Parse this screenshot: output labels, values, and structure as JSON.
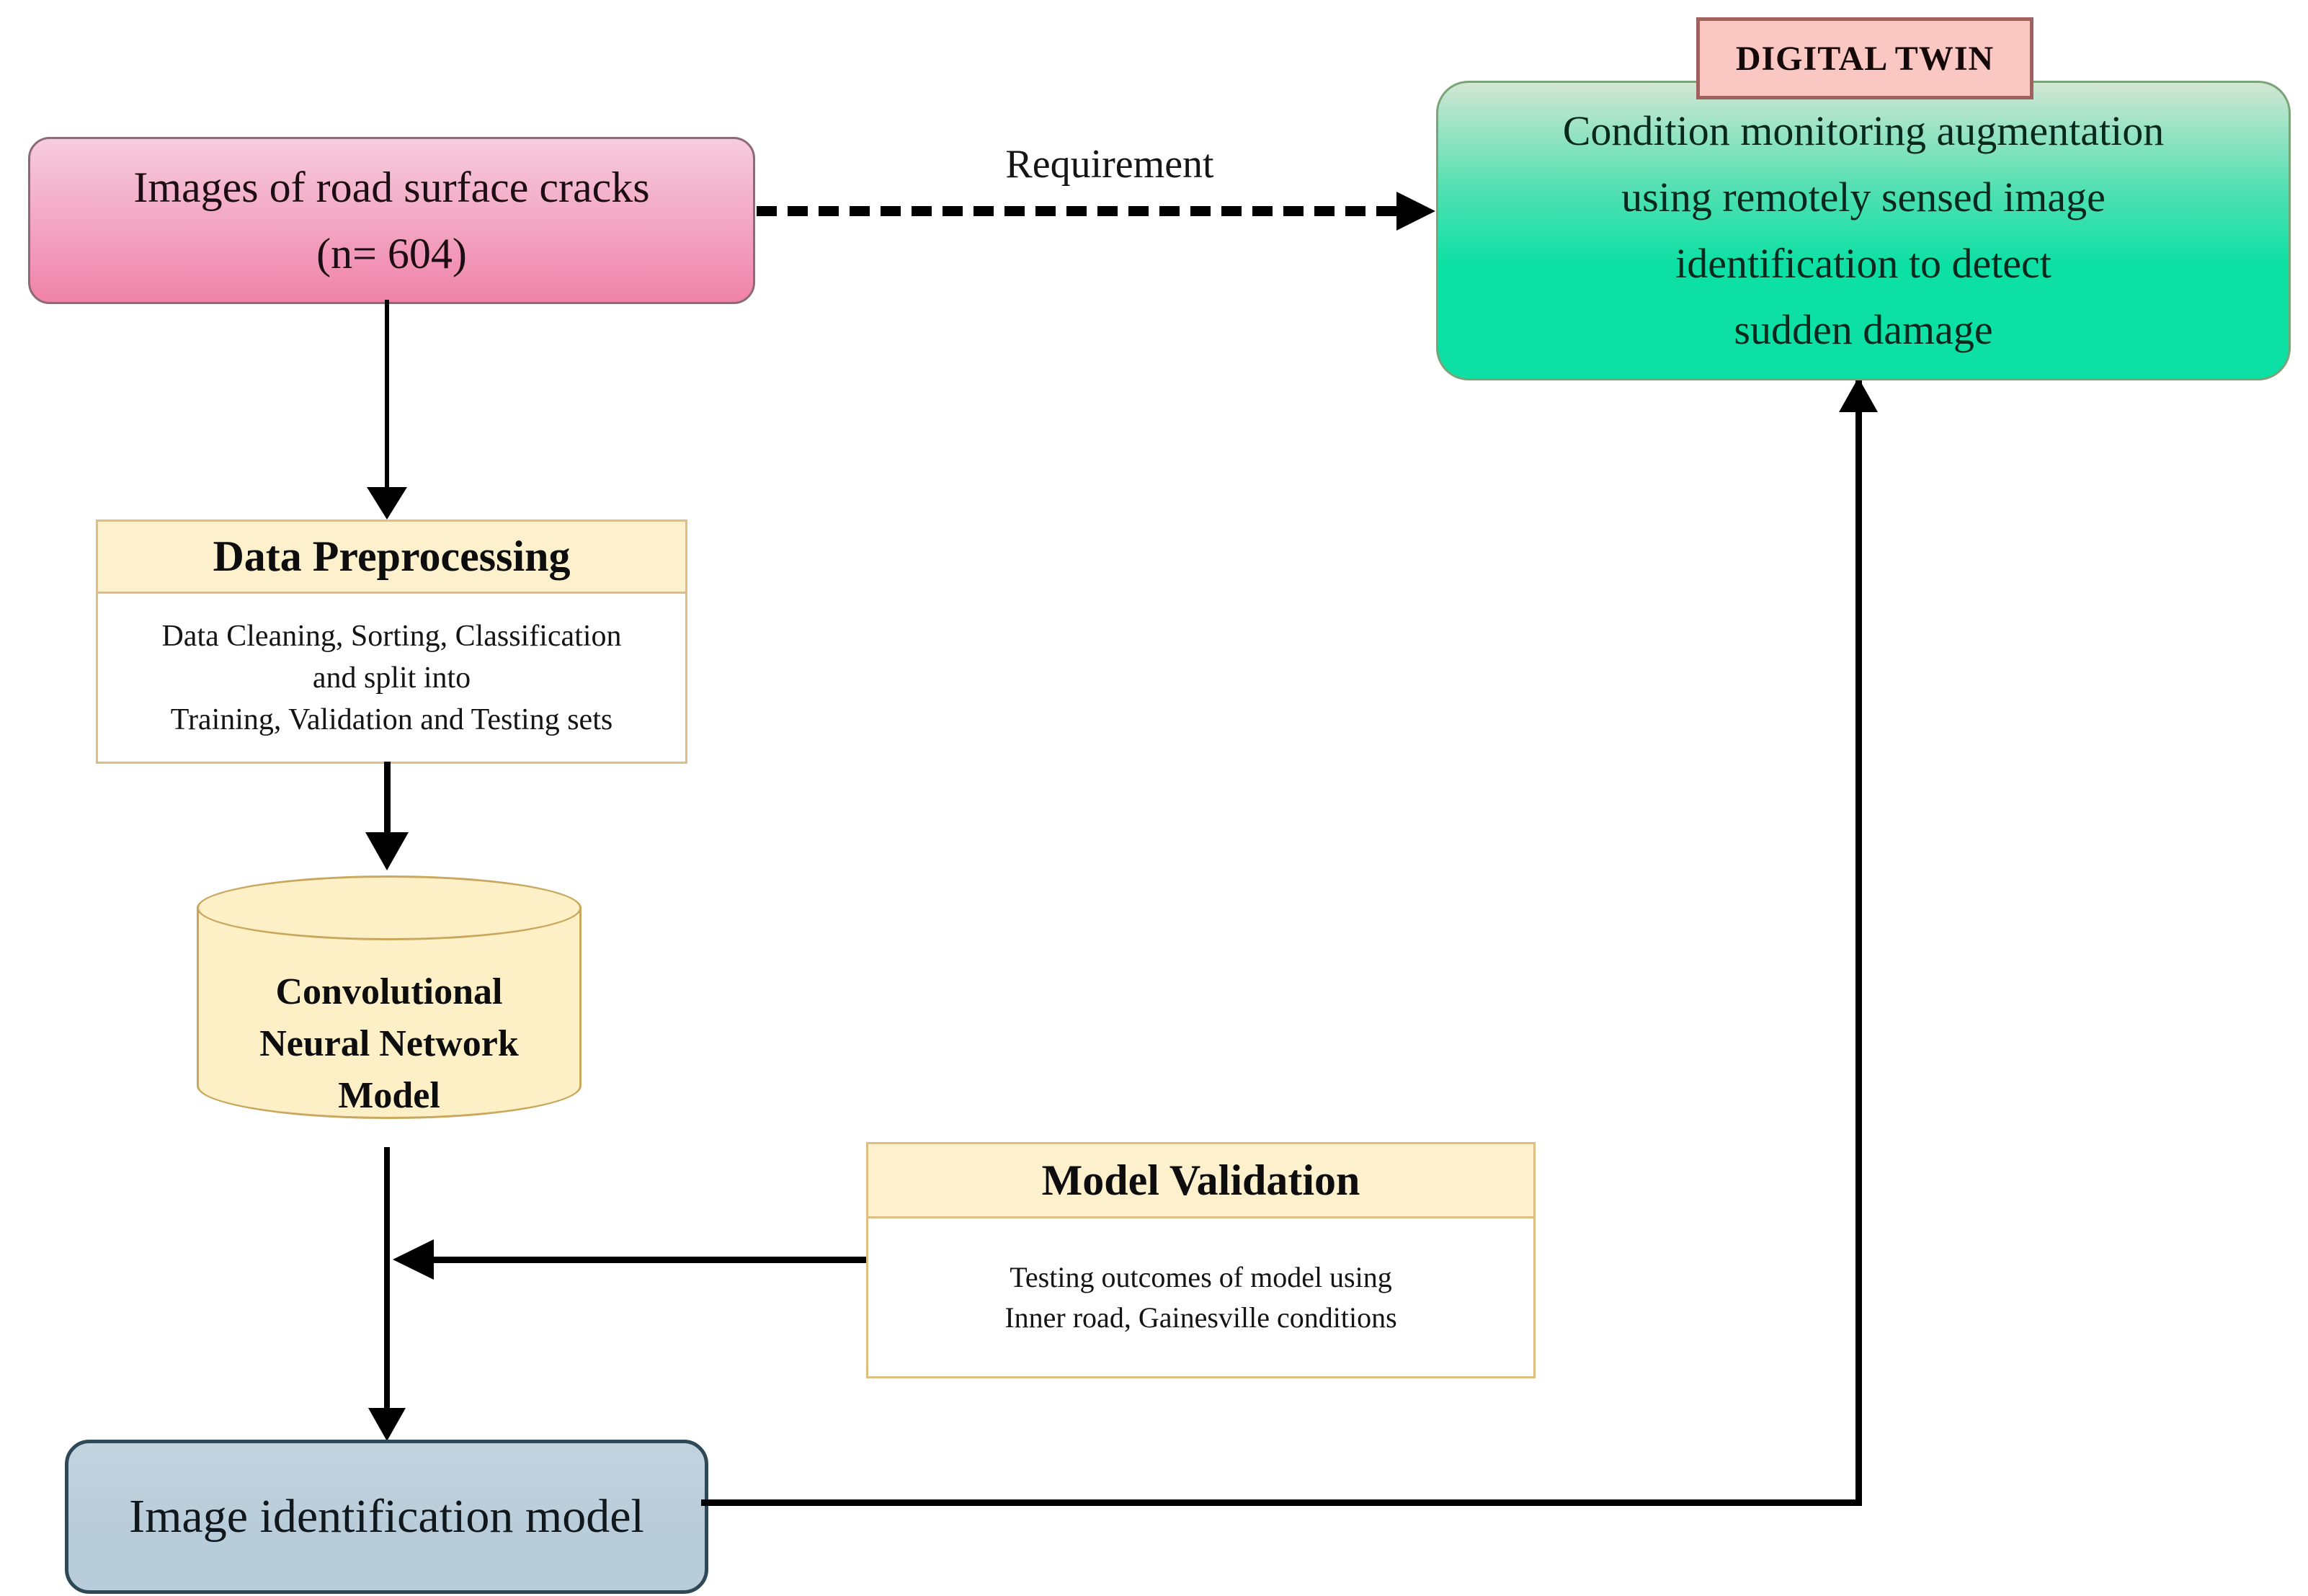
{
  "figure": {
    "images_box": {
      "line1": "Images of road surface cracks",
      "line2": "(n= 604)"
    },
    "requirement_arrow": {
      "label": "Requirement"
    },
    "digital_twin": {
      "tag": "DIGITAL TWIN",
      "line1": "Condition monitoring augmentation",
      "line2": "using remotely sensed image",
      "line3": "identification to detect",
      "line4": "sudden damage"
    },
    "data_preprocessing": {
      "title": "Data Preprocessing",
      "line1": "Data Cleaning, Sorting, Classification",
      "line2": "and split into",
      "line3": "Training, Validation and Testing sets"
    },
    "cnn_model": {
      "line1": "Convolutional",
      "line2": "Neural Network",
      "line3": "Model"
    },
    "model_validation": {
      "title": "Model Validation",
      "line1": "Testing outcomes of model using",
      "line2": "Inner road, Gainesville conditions"
    },
    "image_identification": {
      "label": "Image identification model"
    },
    "colors": {
      "pink-top": "#f6cddd",
      "pink-mid": "#f3a6c2",
      "pink-bottom": "#f083a8",
      "pink-border": "#8c6a79",
      "tag-fill": "#fbc7c2",
      "tag-border": "#9e615c",
      "green-top": "#d2e6d3",
      "green-mid": "#52e0b2",
      "green-bright": "#0ce0a4",
      "green-border": "#79a477",
      "cream": "#fcf0cd",
      "cream-border": "#ddbf83",
      "cyl-fill": "#fdf0c6",
      "cyl-border": "#c9a75d",
      "blue-fill": "#b9ccd9",
      "blue-border": "#2f4858",
      "line-color": "#000000"
    }
  }
}
